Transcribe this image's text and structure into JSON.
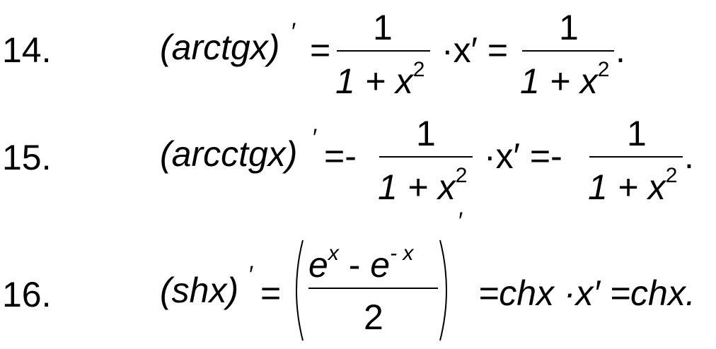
{
  "rows": [
    {
      "label": "14.",
      "lhs": "(arctgx)",
      "prime": "′",
      "eq1": "=",
      "num1": "1",
      "den1": "1 + x",
      "mid": "·x′ =",
      "num2": "1",
      "den2": "1 + x",
      "exp": "2",
      "end": "."
    },
    {
      "label": "15.",
      "lhs": "(arcctgx)",
      "prime": "′",
      "eq1": "=-",
      "num1": "1",
      "den1": "1 + x",
      "mid": "·x′ =-",
      "num2": "1",
      "den2": "1 + x",
      "exp": "2",
      "end": "."
    },
    {
      "label": "16.",
      "lhs": "(shx)",
      "prime": "′",
      "eq1": "=",
      "num_e1": "e",
      "num_x1": "x",
      "num_minus": "-",
      "num_e2": "e",
      "num_x2": "- x",
      "den": "2",
      "tail": "=chx ·x′ =chx."
    }
  ]
}
